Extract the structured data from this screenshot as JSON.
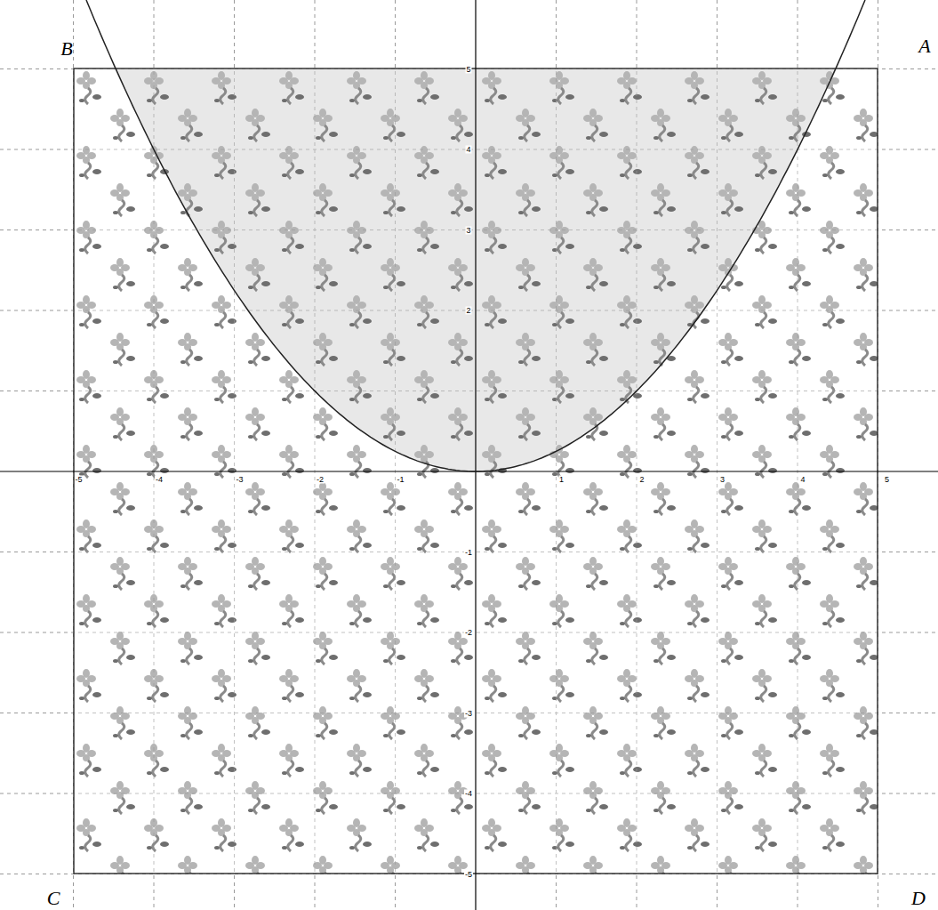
{
  "diagram": {
    "labels": [
      "A",
      "B",
      "C",
      "D",
      "-5",
      "-4",
      "-3",
      "-2",
      "-1",
      "1",
      "2",
      "3",
      "4",
      "5",
      "5",
      "4",
      "3",
      "2",
      "-1",
      "-2",
      "-3",
      "-4",
      "-5"
    ]
  }
}
